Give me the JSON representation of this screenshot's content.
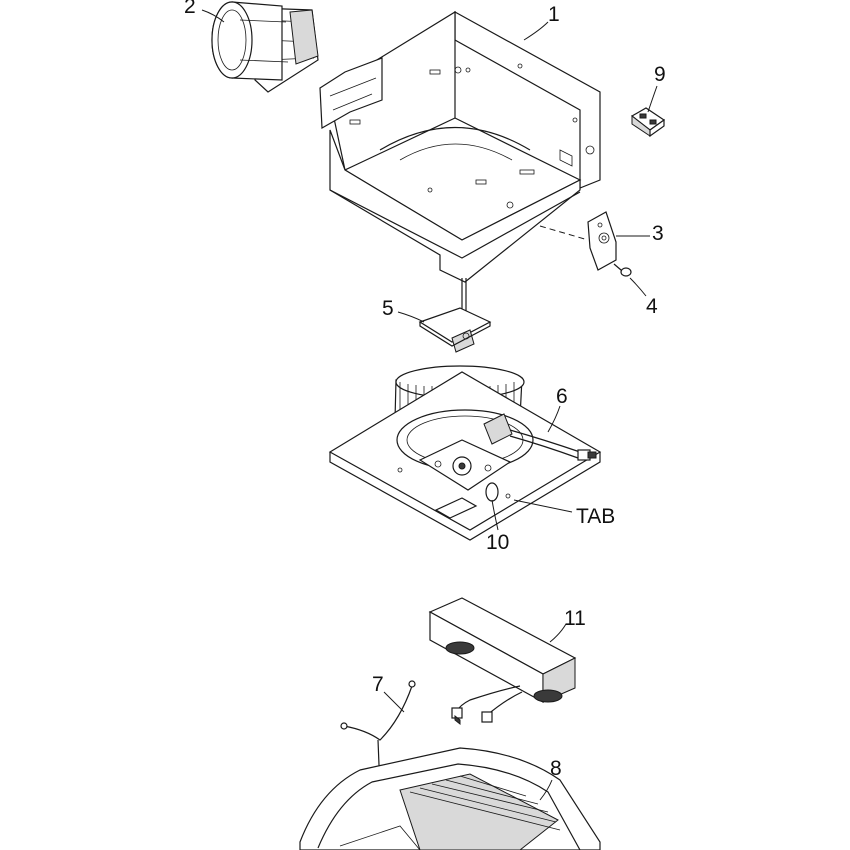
{
  "callouts": {
    "p1": "1",
    "p2": "2",
    "p3": "3",
    "p4": "4",
    "p5": "5",
    "p6": "6",
    "p7": "7",
    "p8": "8",
    "p9": "9",
    "p10": "10",
    "p11": "11",
    "tab": "TAB"
  }
}
